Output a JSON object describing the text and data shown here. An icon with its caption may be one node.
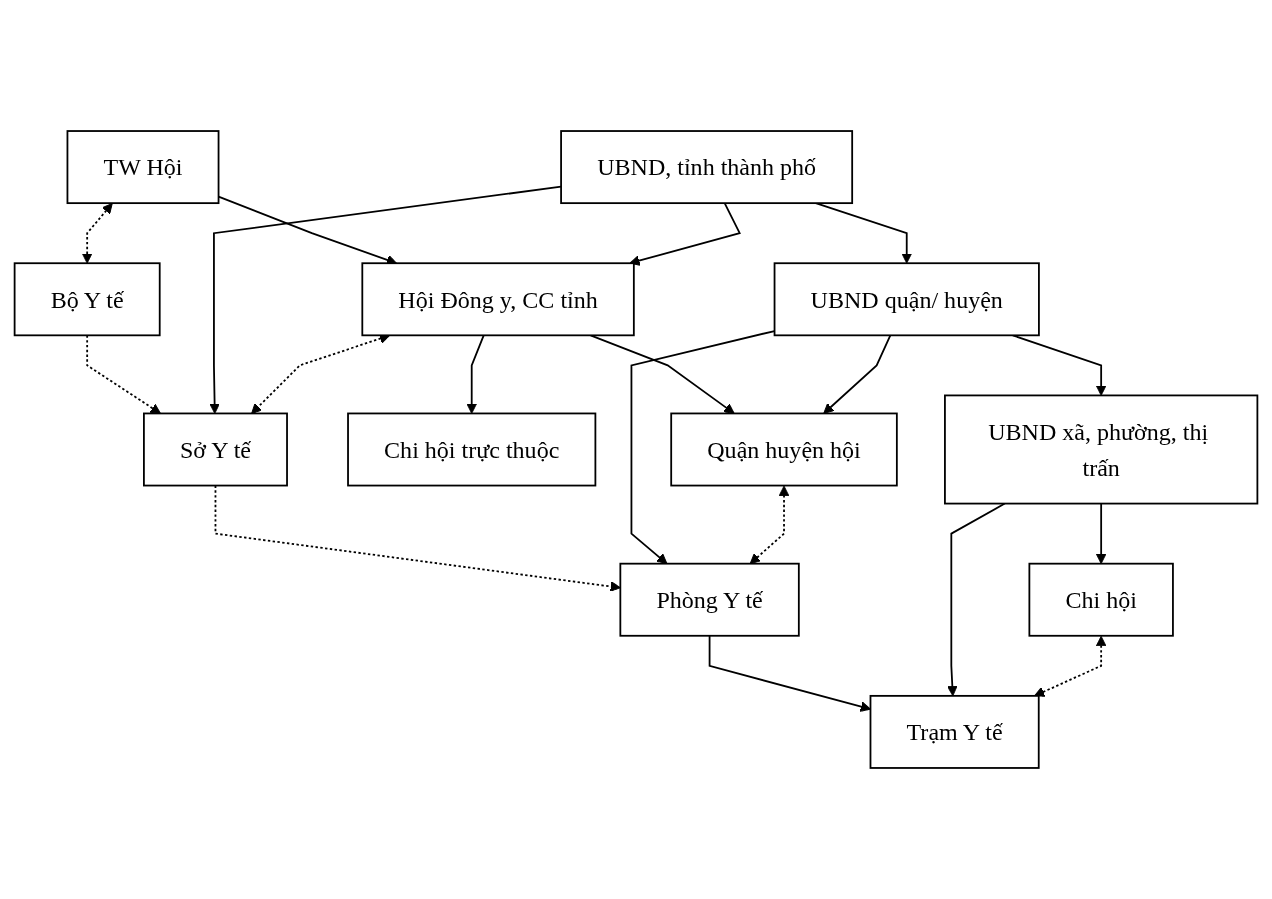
{
  "diagram": {
    "nodes": [
      {
        "text": [
          "TW Hội"
        ]
      },
      {
        "text": [
          "Bộ Y tế"
        ]
      },
      {
        "text": [
          "UBND, tỉnh thành phố"
        ]
      },
      {
        "text": [
          "Hội Đông y, CC tỉnh"
        ]
      },
      {
        "text": [
          "Sở Y tế"
        ]
      },
      {
        "text": [
          "Chi hội trực thuộc"
        ]
      },
      {
        "text": [
          "UBND quận/ huyện"
        ]
      },
      {
        "text": [
          "Quận huyện hội"
        ]
      },
      {
        "text": [
          "Phòng Y tế"
        ]
      },
      {
        "text": [
          "UBND xã, phường, thị trấn"
        ]
      },
      {
        "text": [
          "Chi hội"
        ]
      },
      {
        "text": [
          "Trạm Y tế"
        ]
      }
    ],
    "edges": [
      {
        "from": 0,
        "to": 1,
        "arrow": "both",
        "style": "dashed"
      },
      {
        "from": 1,
        "to": 4,
        "arrow": "to",
        "style": "dashed"
      },
      {
        "from": 0,
        "to": 3,
        "arrow": "to"
      },
      {
        "from": 2,
        "to": 3,
        "arrow": "to"
      },
      {
        "from": 2,
        "to": 6,
        "arrow": "to"
      },
      {
        "from": 2,
        "to": 4,
        "arrow": "to"
      },
      {
        "from": 3,
        "to": 4,
        "arrow": "both",
        "style": "dashed"
      },
      {
        "from": 3,
        "to": 5,
        "arrow": "to"
      },
      {
        "from": 3,
        "to": 7,
        "arrow": "to"
      },
      {
        "from": 4,
        "to": 8,
        "arrow": "to",
        "style": "dashed"
      },
      {
        "from": 6,
        "to": 7,
        "arrow": "to"
      },
      {
        "from": 6,
        "to": 9,
        "arrow": "to"
      },
      {
        "from": 6,
        "to": 8,
        "arrow": "to"
      },
      {
        "from": 7,
        "to": 8,
        "arrow": "both",
        "style": "dashed"
      },
      {
        "from": 8,
        "to": 11,
        "arrow": "to"
      },
      {
        "from": 9,
        "to": 10,
        "arrow": "to"
      },
      {
        "from": 9,
        "to": 11,
        "arrow": "to"
      },
      {
        "from": 10,
        "to": 11,
        "arrow": "both",
        "style": "dashed"
      }
    ]
  }
}
